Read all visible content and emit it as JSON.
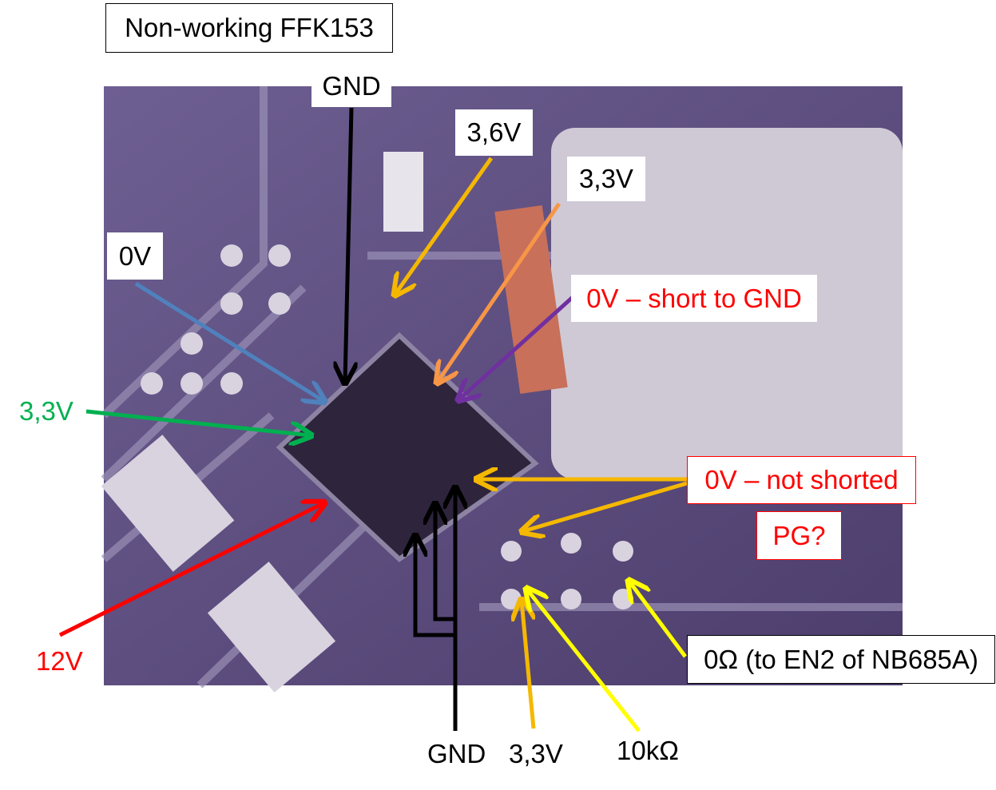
{
  "title": "Non-working FFK153",
  "labels": {
    "gnd_top": "GND",
    "v36": "3,6V",
    "v33_top": "3,3V",
    "v0_left": "0V",
    "short_gnd": "0V – short to GND",
    "v33_left": "3,3V",
    "v12": "12V",
    "not_shorted": "0V – not shorted",
    "pg": "PG?",
    "en2": "0Ω (to EN2 of NB685A)",
    "gnd_bottom": "GND",
    "v33_bottom": "3,3V",
    "r10k": "10kΩ"
  },
  "colors": {
    "board": "#5b4b7c",
    "black": "#000000",
    "orange_yellow": "#f5b800",
    "orange": "#f79646",
    "blue": "#4f81bd",
    "purple": "#7030a0",
    "green": "#00b050",
    "red": "#ff0000",
    "yellow": "#ffff00"
  }
}
